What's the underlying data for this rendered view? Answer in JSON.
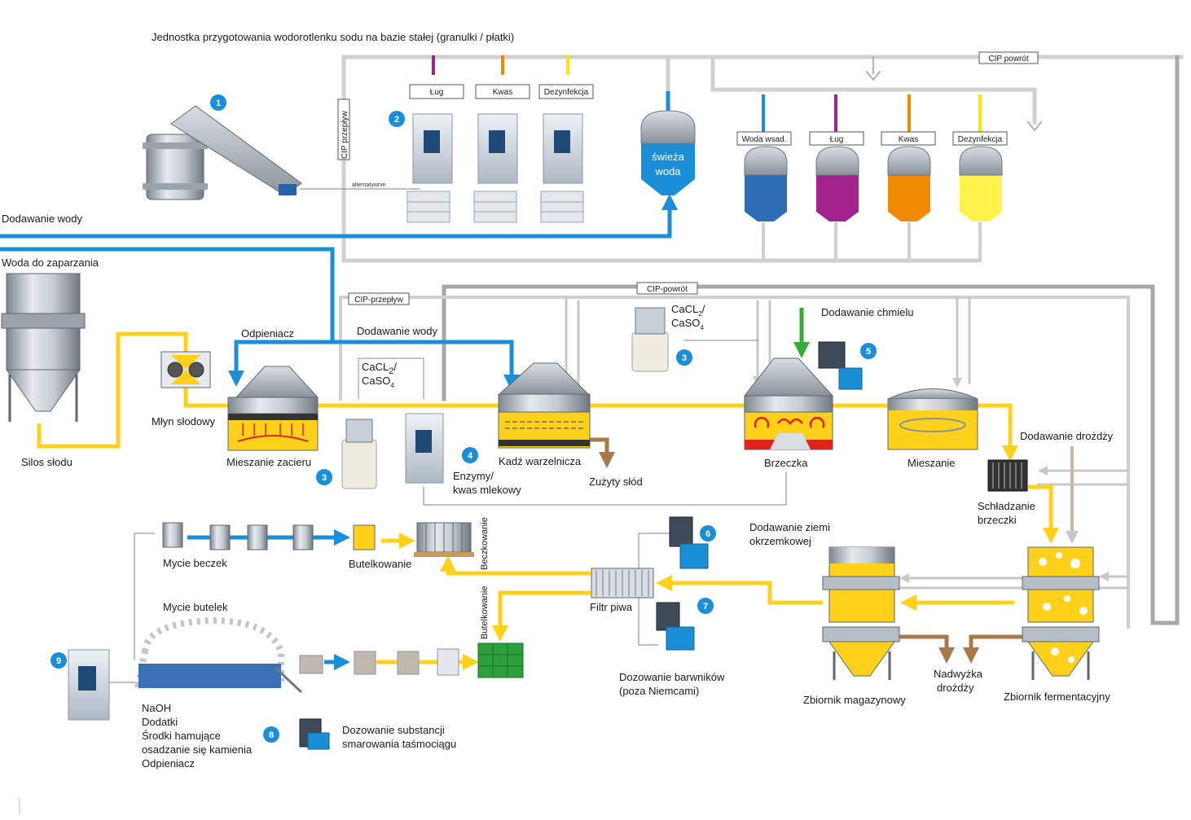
{
  "title": "Jednostka przygotowania wodorotlenku sodu na bazie stałej (granulki / płatki)",
  "colors": {
    "water": "#1a8fd8",
    "beer": "#ffd11a",
    "cip": "#c8c8c8",
    "cip_dark": "#a8a8a8",
    "waste": "#a87a4a",
    "hops": "#3aa935",
    "lye": "#a3238e",
    "acid": "#f08a00",
    "disinfect": "#ffe600",
    "badge": "#1a8fd8"
  },
  "badges": [
    "1",
    "2",
    "3",
    "3",
    "4",
    "5",
    "6",
    "7",
    "8",
    "9"
  ],
  "chemicals": {
    "lug": "Ług",
    "kwas": "Kwas",
    "dezynfekcja": "Dezynfekcja",
    "woda_wsad": "Woda wsad."
  },
  "labels": {
    "cip_przeplyw_v": "CIP przepływ",
    "cip_powrot_top": "CIP powrót",
    "cip_przeplyw": "CIP-przepływ",
    "cip_powrot": "CIP-powrót",
    "alternatywnie": "alternatywnie",
    "swieza_woda_1": "świeża",
    "swieza_woda_2": "woda",
    "dodawanie_wody_top": "Dodawanie wody",
    "woda_do_zaparzania": "Woda do zaparzania",
    "silos_slodu": "Silos słodu",
    "mlyn_slodowy": "Młyn słodowy",
    "odpieniacz": "Odpieniacz",
    "dodawanie_wody_mid": "Dodawanie wody",
    "cacl_1": "CaCL",
    "cacl_sub1": "2",
    "caso_1": "CaSO",
    "caso_sub1": "4",
    "cacl_2": "CaCL",
    "cacl_sub2": "2",
    "caso_2": "CaSO",
    "caso_sub2": "4",
    "mieszanie_zacieru": "Mieszanie zacieru",
    "enzymy_1": "Enzymy/",
    "enzymy_2": "kwas mlekowy",
    "kadz": "Kadź warzelnicza",
    "zuzyty_slod": "Zużyty słód",
    "dodawanie_chmielu": "Dodawanie chmielu",
    "brzeczka": "Brzeczka",
    "mieszanie": "Mieszanie",
    "dodawanie_drozdzy": "Dodawanie drożdży",
    "schladzanie_1": "Schładzanie",
    "schladzanie_2": "brzeczki",
    "mycie_beczek": "Mycie beczek",
    "butelkowanie_1": "Butelkowanie",
    "beczkowanie": "Beczkowanie",
    "butelkowanie_v": "Butelkowanie",
    "filtr_piwa": "Filtr piwa",
    "ziemia_1": "Dodawanie ziemi",
    "ziemia_2": "okrzemkowej",
    "mycie_butelek": "Mycie butelek",
    "dozowanie_barwnikow_1": "Dozowanie barwników",
    "dozowanie_barwnikow_2": "(poza Niemcami)",
    "zbiornik_magazynowy": "Zbiornik magazynowy",
    "nadwyzka_1": "Nadwyżka",
    "nadwyzka_2": "drożdży",
    "zbiornik_fermentacyjny": "Zbiornik fermentacyjny",
    "naoh_1": "NaOH",
    "naoh_2": "Dodatki",
    "naoh_3": "Środki hamujące",
    "naoh_4": "osadzanie się kamienia",
    "naoh_5": "Odpieniacz",
    "smarowanie_1": "Dozowanie substancji",
    "smarowanie_2": "smarowania taśmociągu"
  }
}
